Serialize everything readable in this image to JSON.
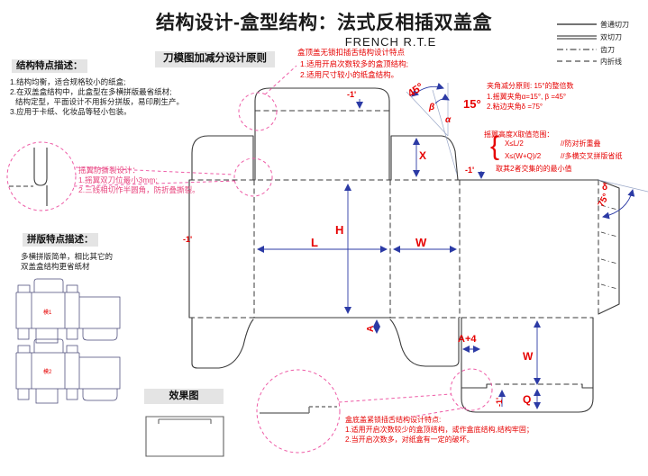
{
  "header": {
    "title": "结构设计-盒型结构：法式反相插双盖盒",
    "subtitle": "FRENCH R.T.E"
  },
  "legend": {
    "items": [
      {
        "label": "普通切刀",
        "style": "solid"
      },
      {
        "label": "双切刀",
        "style": "double"
      },
      {
        "label": "齿刀",
        "style": "dash-dot"
      },
      {
        "label": "内折线",
        "style": "dashed"
      }
    ]
  },
  "sections": {
    "principle": "刀模图加减分设计原则",
    "structure": "结构特点描述：",
    "imposition": "拼版特点描述：",
    "render": "效果图"
  },
  "structure_notes": {
    "l1": "1.结构均衡，适合规格较小的纸盒;",
    "l2": "2.在双盖盒结构中，此盒型在多横拼版最省纸材;",
    "l3": "结构定型，平面设计不用拆分拼版，易印刷生产。",
    "l4": "3.应用于卡纸、化妆品等轻小包装。"
  },
  "imposition_notes": {
    "l1": "多横拼版简单，相比其它的",
    "l2": "双盖盒结构更省纸材"
  },
  "annotations": {
    "top_lid": {
      "title": "盒顶盖无锁扣插舌结构设计特点",
      "l1": "1.适用开启次数较多的盒顶结构;",
      "l2": "2.适用尺寸较小的纸盒结构。"
    },
    "tear": {
      "title": "摇翼防撕裂设计：",
      "l1": "1.摇翼双刀位最小3mm;",
      "l2": "2.三线相切作半圆角，防折叠撕裂。"
    },
    "angle": {
      "title": "夹角减分原则: 15°的整倍数",
      "l1": "1.摇翼夹角α=15°, β =45°",
      "l2": "2.粘边夹角δ =75°"
    },
    "wing_height": {
      "title": "摇翼高度X取值范围：",
      "brace": "{",
      "f1": "X≤L/2",
      "c1": "//防对折重叠",
      "f2": "X≤(W+Q)/2",
      "c2": "//多横交叉拼版省纸",
      "footer": "取其2者交集的的最小值"
    },
    "bottom_lid": {
      "title": "盒底盖紧锁插舌结构设计特点:",
      "l1": "1.适用开启次数较少的盒顶结构，或作盒底结构,结构牢固；",
      "l2": "2.当开启次数多，对纸盒有一定的破坏。"
    }
  },
  "dims": {
    "L": "L",
    "H": "H",
    "W": "W",
    "X": "X",
    "A": "A",
    "A_plus4": "A+4",
    "Q": "Q",
    "minus1": "-1'",
    "deg45": "45°",
    "deg15": "15°",
    "deg75": "75°",
    "alpha": "α",
    "beta": "β",
    "delta": "δ"
  },
  "imposition_labels": {
    "die1": "模1",
    "die2": "模2"
  },
  "colors": {
    "dimension_blue": "#2b3aa5",
    "annotation_red": "#e60000",
    "tear_pink": "#e8457e",
    "detail_magenta": "#ee5ba6",
    "die_line": "#3a3a3a",
    "thumbnail_blue": "#4a4a78",
    "header_gray": "#e4e4e4"
  }
}
